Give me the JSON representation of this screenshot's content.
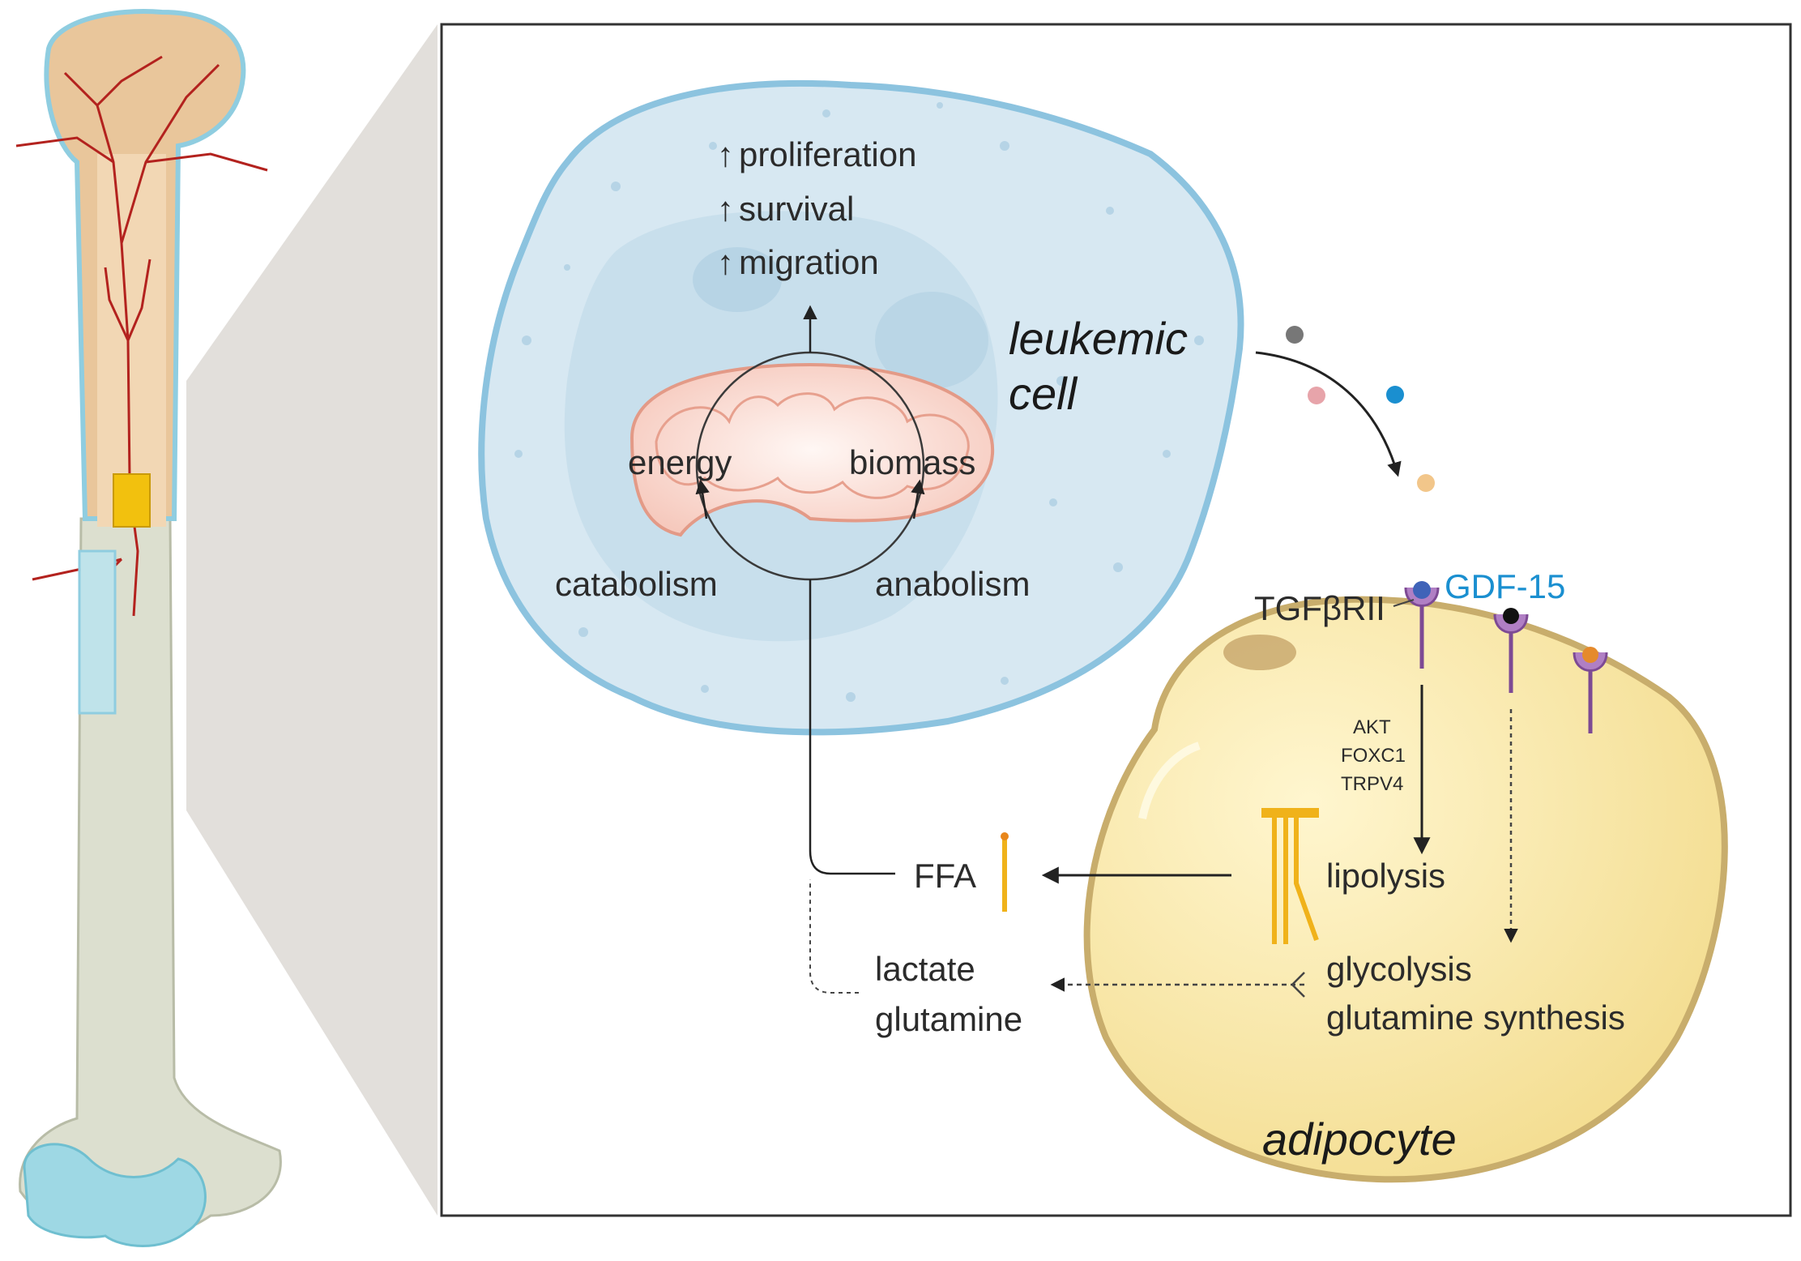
{
  "leukemic_cell": {
    "label_line1": "leukemic",
    "label_line2": "cell",
    "outcomes": [
      "proliferation",
      "survival",
      "migration"
    ],
    "outcome_arrow_glyph": "↑",
    "mito_left": "energy",
    "mito_right": "biomass",
    "process_left": "catabolism",
    "process_right": "anabolism"
  },
  "adipocyte": {
    "label": "adipocyte",
    "receptor": "TGFβRII",
    "ligand": "GDF-15",
    "signaling": [
      "AKT",
      "FOXC1",
      "TRPV4"
    ],
    "lipolysis": "lipolysis",
    "glycolysis": "glycolysis",
    "glutamine_synthesis": "glutamine synthesis"
  },
  "metabolites": {
    "ffa": "FFA",
    "lactate": "lactate",
    "glutamine": "glutamine"
  },
  "colors": {
    "ligand_blue": "#1a8fd0",
    "bone_vessels": "#b3221e",
    "cell_fill": "#d7e8f2",
    "cell_border": "#8cc3df",
    "adipocyte_fill": "#f8e7a8",
    "adipocyte_border": "#c8ad6c",
    "receptor": "#7d4a94",
    "lipid": "#f0b21a"
  }
}
